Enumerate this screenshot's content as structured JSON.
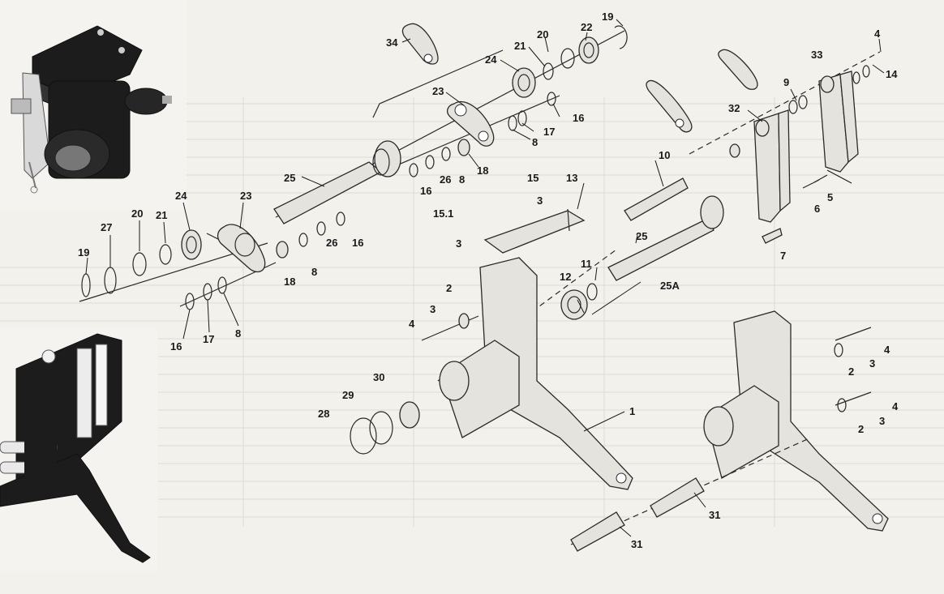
{
  "diagram": {
    "background": "#f2f1ec",
    "ink": "#1a1a1a",
    "callouts": [
      {
        "id": "c19a",
        "text": "19"
      },
      {
        "id": "c22",
        "text": "22"
      },
      {
        "id": "c20a",
        "text": "20"
      },
      {
        "id": "c21a",
        "text": "21"
      },
      {
        "id": "c34",
        "text": "34"
      },
      {
        "id": "c24a",
        "text": "24"
      },
      {
        "id": "c23a",
        "text": "23"
      },
      {
        "id": "c16a",
        "text": "16"
      },
      {
        "id": "c17a",
        "text": "17"
      },
      {
        "id": "c8a",
        "text": "8"
      },
      {
        "id": "c18a",
        "text": "18"
      },
      {
        "id": "c26a",
        "text": "26"
      },
      {
        "id": "c8b",
        "text": "8"
      },
      {
        "id": "c16b",
        "text": "16"
      },
      {
        "id": "c25a",
        "text": "25"
      },
      {
        "id": "c15",
        "text": "15"
      },
      {
        "id": "c13",
        "text": "13"
      },
      {
        "id": "c3a",
        "text": "3"
      },
      {
        "id": "c151",
        "text": "15.1"
      },
      {
        "id": "c3b",
        "text": "3"
      },
      {
        "id": "c10",
        "text": "10"
      },
      {
        "id": "c25b",
        "text": "25"
      },
      {
        "id": "c25A",
        "text": "25A"
      },
      {
        "id": "c12",
        "text": "12"
      },
      {
        "id": "c11",
        "text": "11"
      },
      {
        "id": "c2a",
        "text": "2"
      },
      {
        "id": "c3c",
        "text": "3"
      },
      {
        "id": "c4a",
        "text": "4"
      },
      {
        "id": "c4b",
        "text": "4"
      },
      {
        "id": "c14",
        "text": "14"
      },
      {
        "id": "c33",
        "text": "33"
      },
      {
        "id": "c9",
        "text": "9"
      },
      {
        "id": "c32",
        "text": "32"
      },
      {
        "id": "c6",
        "text": "6"
      },
      {
        "id": "c5",
        "text": "5"
      },
      {
        "id": "c7",
        "text": "7"
      },
      {
        "id": "c27",
        "text": "27"
      },
      {
        "id": "c20b",
        "text": "20"
      },
      {
        "id": "c21b",
        "text": "21"
      },
      {
        "id": "c24b",
        "text": "24"
      },
      {
        "id": "c23b",
        "text": "23"
      },
      {
        "id": "c19b",
        "text": "19"
      },
      {
        "id": "c26b",
        "text": "26"
      },
      {
        "id": "c16c",
        "text": "16"
      },
      {
        "id": "c18b",
        "text": "18"
      },
      {
        "id": "c8c",
        "text": "8"
      },
      {
        "id": "c16d",
        "text": "16"
      },
      {
        "id": "c17b",
        "text": "17"
      },
      {
        "id": "c8d",
        "text": "8"
      },
      {
        "id": "c30",
        "text": "30"
      },
      {
        "id": "c29",
        "text": "29"
      },
      {
        "id": "c28",
        "text": "28"
      },
      {
        "id": "c1",
        "text": "1"
      },
      {
        "id": "c4c",
        "text": "4"
      },
      {
        "id": "c2b",
        "text": "2"
      },
      {
        "id": "c3d",
        "text": "3"
      },
      {
        "id": "c4d",
        "text": "4"
      },
      {
        "id": "c3e",
        "text": "3"
      },
      {
        "id": "c2c",
        "text": "2"
      },
      {
        "id": "c31a",
        "text": "31"
      },
      {
        "id": "c31b",
        "text": "31"
      }
    ]
  }
}
